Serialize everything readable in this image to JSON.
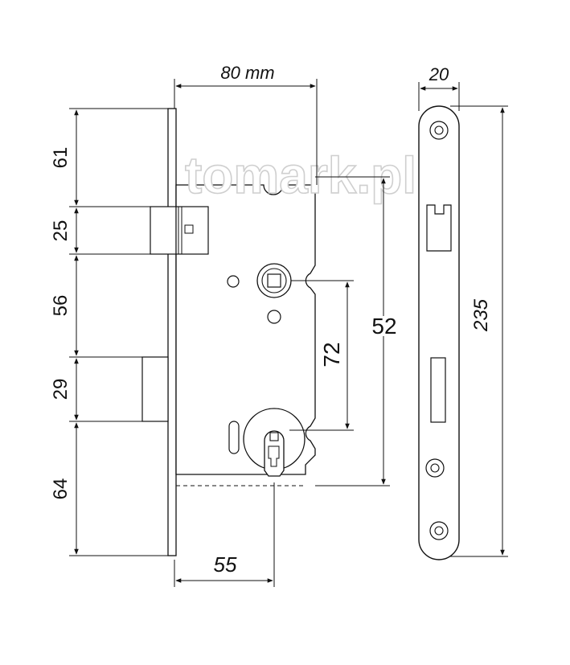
{
  "watermark": "tomark.pl",
  "dimensions": {
    "width_lock_body": "80 mm",
    "width_faceplate": "20",
    "height_faceplate": "235",
    "vertical_61": "61",
    "vertical_25": "25",
    "vertical_56": "56",
    "vertical_29": "29",
    "vertical_64": "64",
    "spacing_72": "72",
    "backset_55": "55",
    "height_52": "52"
  },
  "colors": {
    "line": "#111111",
    "fill": "#ffffff",
    "watermark": "#d6d6d6"
  }
}
